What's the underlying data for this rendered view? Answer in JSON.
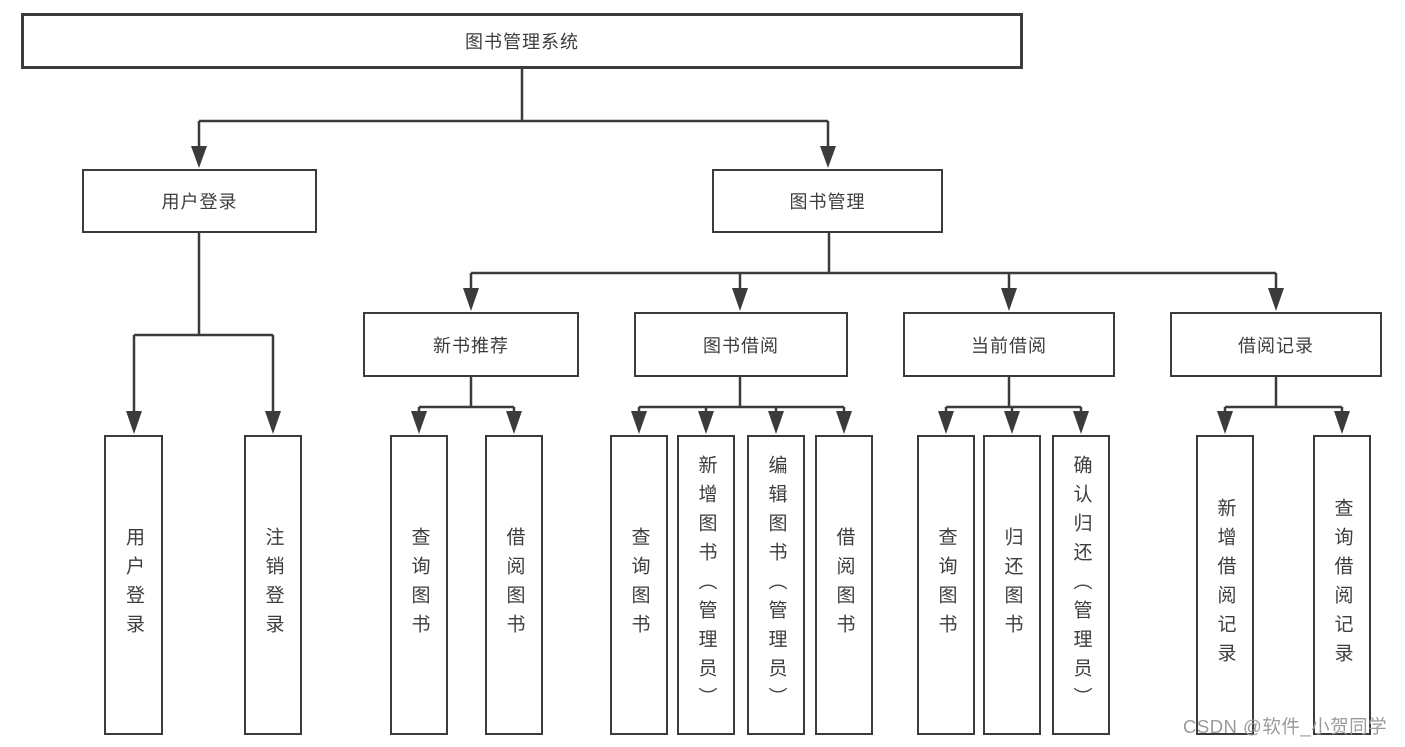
{
  "diagram": {
    "root": {
      "label": "图书管理系统"
    },
    "user_login": {
      "label": "用户登录",
      "children": [
        "用户登录",
        "注销登录"
      ]
    },
    "book_mgmt": {
      "label": "图书管理",
      "sections": {
        "new_book_rec": {
          "label": "新书推荐",
          "children": [
            "查询图书",
            "借阅图书"
          ]
        },
        "book_borrow": {
          "label": "图书借阅",
          "children": [
            "查询图书",
            "新增图书（管理员）",
            "编辑图书（管理员）",
            "借阅图书"
          ]
        },
        "current_borrow": {
          "label": "当前借阅",
          "children": [
            "查询图书",
            "归还图书",
            "确认归还（管理员）"
          ]
        },
        "borrow_records": {
          "label": "借阅记录",
          "children": [
            "新增借阅记录",
            "查询借阅记录"
          ]
        }
      }
    }
  },
  "watermark": {
    "text": "CSDN @软件_小贺同学"
  },
  "colors": {
    "line": "#3b3b3b",
    "text": "#3d3d3d",
    "watermark": "#9b9b9b",
    "background": "#ffffff"
  }
}
